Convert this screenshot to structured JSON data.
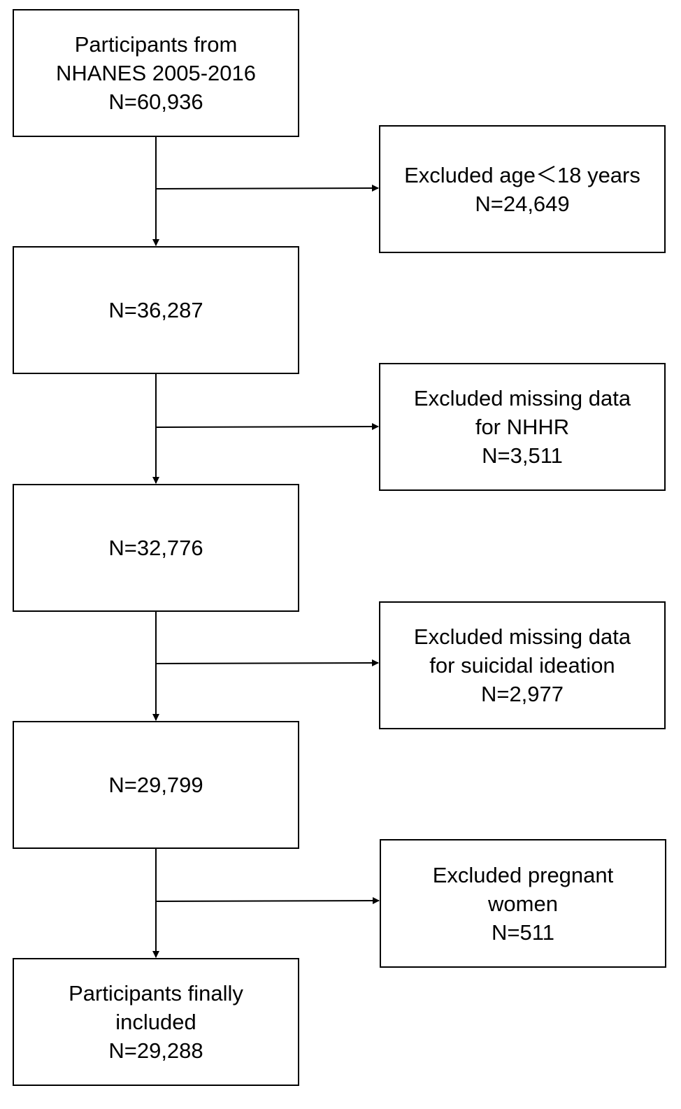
{
  "main_boxes": [
    {
      "lines": [
        "Participants from",
        "NHANES 2005-2016",
        "N=60,936"
      ]
    },
    {
      "lines": [
        "N=36,287"
      ]
    },
    {
      "lines": [
        "N=32,776"
      ]
    },
    {
      "lines": [
        "N=29,799"
      ]
    },
    {
      "lines": [
        "Participants finally",
        "included",
        "N=29,288"
      ]
    }
  ],
  "exclusion_boxes": [
    {
      "lines": [
        "Excluded age＜18 years",
        "N=24,649"
      ]
    },
    {
      "lines": [
        "Excluded missing data",
        "for NHHR",
        "N=3,511"
      ]
    },
    {
      "lines": [
        "Excluded missing data",
        "for suicidal ideation",
        "N=2,977"
      ]
    },
    {
      "lines": [
        "Excluded pregnant",
        "women",
        "N=511"
      ]
    }
  ]
}
